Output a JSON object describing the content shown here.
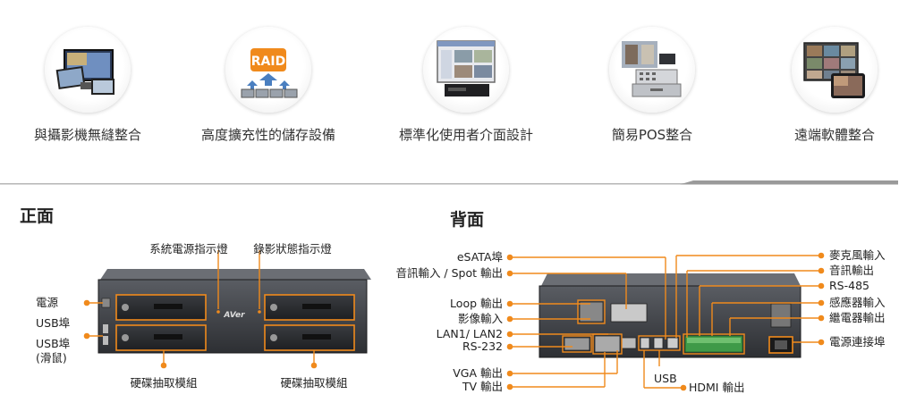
{
  "features": [
    {
      "label": "與攝影機無縫整合",
      "icon": "camera-integration-icon"
    },
    {
      "label": "高度擴充性的儲存設備",
      "icon": "raid-storage-icon",
      "badge": "RAID"
    },
    {
      "label": "標準化使用者介面設計",
      "icon": "user-interface-icon"
    },
    {
      "label": "簡易POS整合",
      "icon": "pos-register-icon"
    },
    {
      "label": "遠端軟體整合",
      "icon": "remote-software-icon"
    }
  ],
  "colors": {
    "accent": "#f08a1c",
    "device": "#2d2f33",
    "divider": "#9a9a9a"
  },
  "front": {
    "title": "正面",
    "brand": "AVer",
    "top_labels": {
      "power_indicator": "系統電源指示燈",
      "record_indicator": "錄影狀態指示燈"
    },
    "left_labels": {
      "power": "電源",
      "usb": "USB埠",
      "usb_mouse": "USB埠",
      "usb_mouse_note": "(滑鼠)"
    },
    "bottom_labels": {
      "left_bay": "硬碟抽取模組",
      "right_bay": "硬碟抽取模組"
    }
  },
  "back": {
    "title": "背面",
    "left_labels": {
      "esata": "eSATA埠",
      "audio_in_spot": "音訊輸入 / Spot 輸出",
      "loop_out": "Loop 輸出",
      "video_in": "影像輸入",
      "lan": "LAN1/ LAN2",
      "rs232": "RS-232",
      "vga": "VGA 輸出",
      "tv": "TV 輸出"
    },
    "bottom_labels": {
      "usb": "USB",
      "hdmi": "HDMI 輸出"
    },
    "right_labels": {
      "mic_in": "麥克風輸入",
      "audio_out": "音訊輸出",
      "rs485": "RS-485",
      "sensor_in": "感應器輸入",
      "relay_out": "繼電器輸出",
      "power_port": "電源連接埠"
    }
  }
}
